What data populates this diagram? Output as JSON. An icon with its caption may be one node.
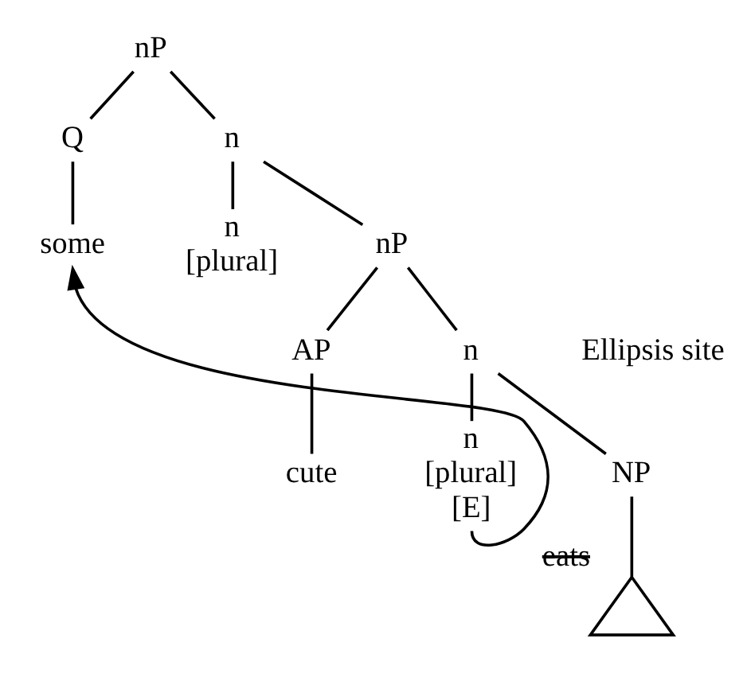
{
  "diagram": {
    "nodes": [
      {
        "text": [
          "nP"
        ]
      },
      {
        "text": [
          "Q"
        ]
      },
      {
        "text": [
          "n"
        ]
      },
      {
        "text": [
          "some"
        ]
      },
      {
        "text": [
          "n",
          "[plural]"
        ]
      },
      {
        "text": [
          "nP"
        ]
      },
      {
        "text": [
          "AP"
        ]
      },
      {
        "text": [
          "n"
        ]
      },
      {
        "text": [
          "cute"
        ]
      },
      {
        "text": [
          "n",
          "[plural]",
          "[E]"
        ]
      },
      {
        "text": [
          "NP"
        ]
      },
      {
        "text": [],
        "shape": "triangle",
        "beside": [
          "eats"
        ]
      }
    ],
    "edges": [
      {
        "from": 0,
        "to": 1,
        "arrow": "none"
      },
      {
        "from": 0,
        "to": 2,
        "arrow": "none"
      },
      {
        "from": 1,
        "to": 3,
        "arrow": "none"
      },
      {
        "from": 2,
        "to": 4,
        "arrow": "none"
      },
      {
        "from": 2,
        "to": 5,
        "arrow": "none"
      },
      {
        "from": 5,
        "to": 6,
        "arrow": "none"
      },
      {
        "from": 5,
        "to": 7,
        "arrow": "none"
      },
      {
        "from": 6,
        "to": 8,
        "arrow": "none"
      },
      {
        "from": 7,
        "to": 9,
        "arrow": "none"
      },
      {
        "from": 7,
        "to": 10,
        "arrow": "none"
      },
      {
        "from": 10,
        "to": 11,
        "arrow": "none"
      },
      {
        "from": 9,
        "to": 3,
        "arrow": "to"
      }
    ],
    "labels": [
      "Ellipsis site"
    ]
  }
}
